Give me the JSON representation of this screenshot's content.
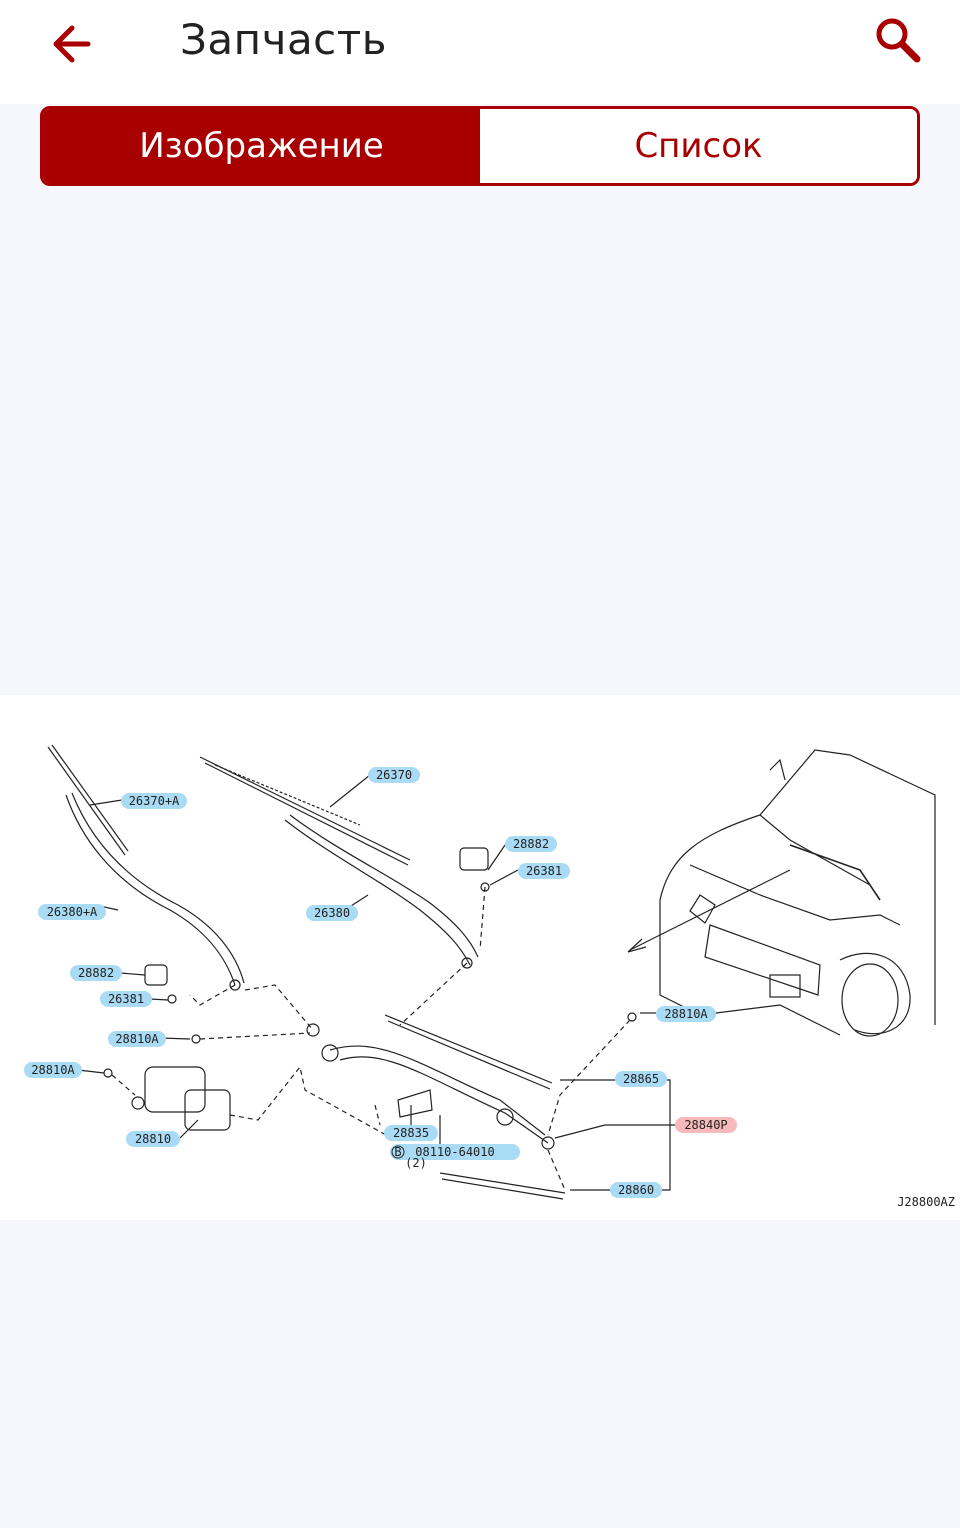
{
  "header": {
    "title": "Запчасть",
    "back_icon": "arrow-left-icon",
    "search_icon": "search-icon"
  },
  "tabs": [
    {
      "label": "Изображение",
      "active": true
    },
    {
      "label": "Список",
      "active": false
    }
  ],
  "diagram": {
    "code": "J28800AZ",
    "callouts": {
      "c26370a": "26370+A",
      "c26370": "26370",
      "c28882a": "28882",
      "c26381a": "26381",
      "c26380a": "26380+A",
      "c26380": "26380",
      "c28882b": "28882",
      "c26381b": "26381",
      "c28810a1": "28810A",
      "c28810a2": "28810A",
      "c28810a3": "28810A",
      "c28865": "28865",
      "c28840p": "28840P",
      "c28810": "28810",
      "c28835": "28835",
      "c08110": "08110-64010",
      "c28860": "28860"
    },
    "b_marker": "B",
    "qty": "(2)"
  },
  "colors": {
    "accent": "#a80000",
    "callout_highlight": "#a9dbf5",
    "callout_selected": "#f7b9b9",
    "background": "#f6f7fc"
  }
}
